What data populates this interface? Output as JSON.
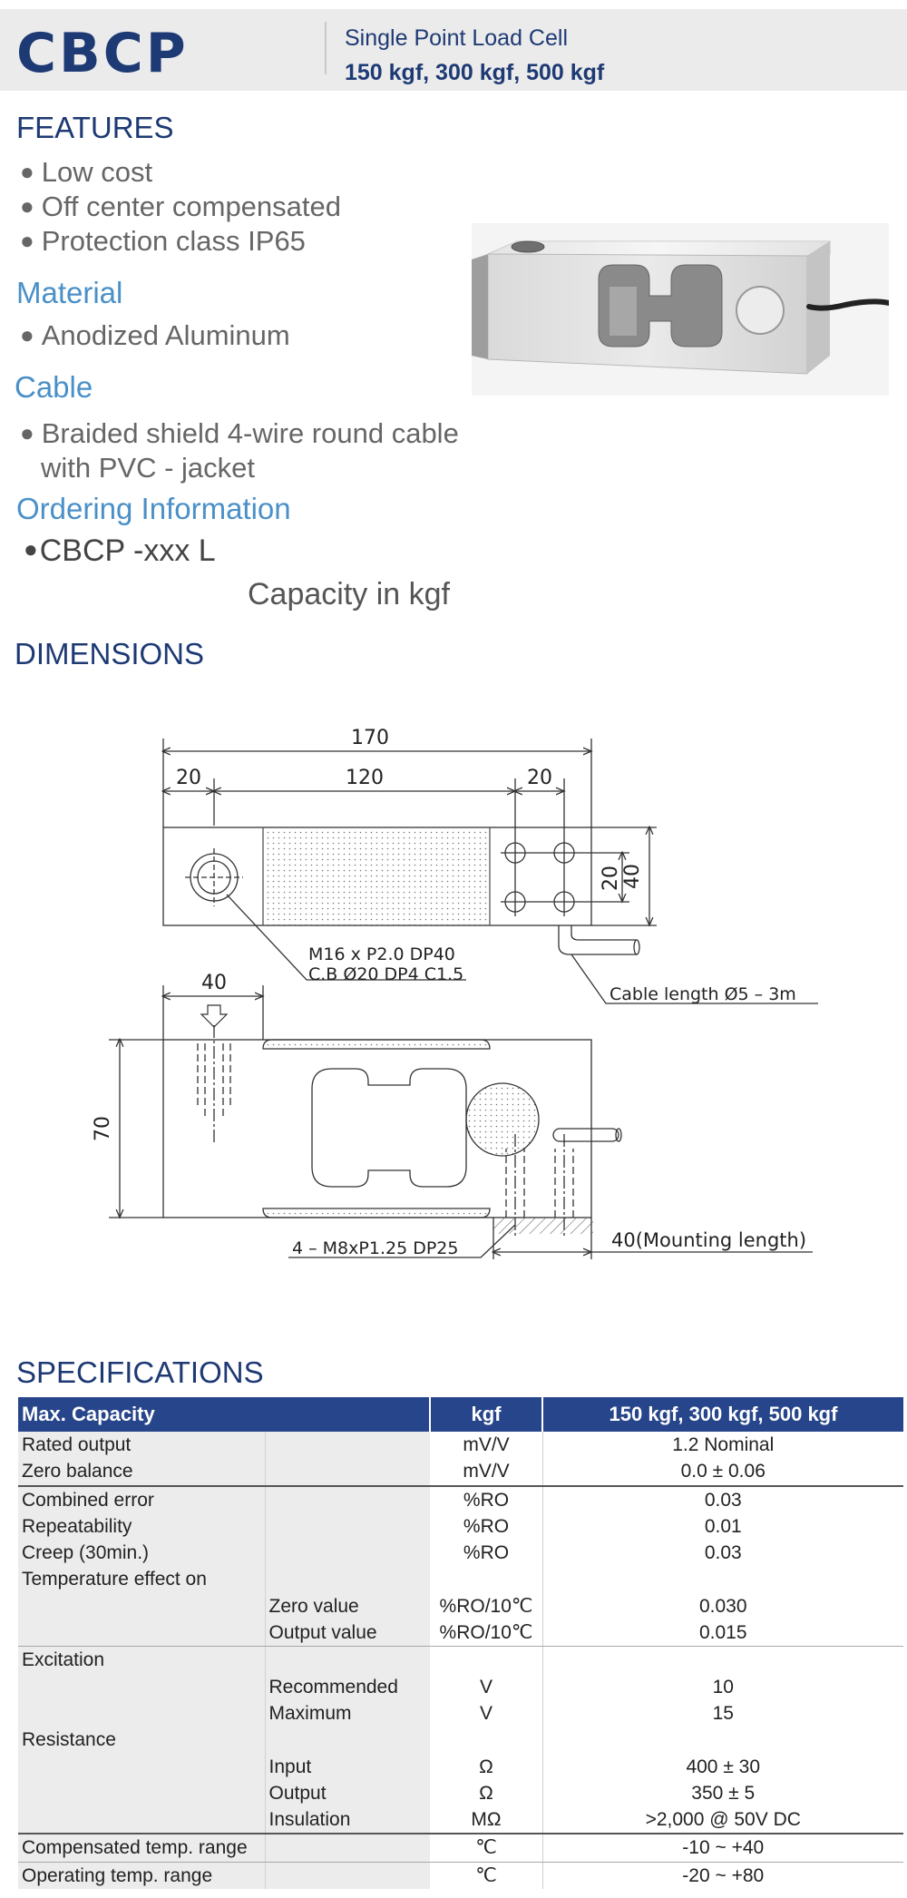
{
  "header": {
    "model": "CBCP",
    "product_type": "Single Point Load Cell",
    "capacities": "150 kgf, 300 kgf, 500 kgf"
  },
  "features": {
    "title": "FEATURES",
    "items": [
      "Low cost",
      "Off center compensated",
      "Protection class IP65"
    ]
  },
  "material": {
    "title": "Material",
    "items": [
      "Anodized Aluminum"
    ]
  },
  "cable": {
    "title": "Cable",
    "lines": [
      "Braided shield 4-wire round cable",
      "with PVC - jacket"
    ]
  },
  "ordering": {
    "title": "Ordering Information",
    "code": "CBCP -xxx L",
    "note": "Capacity in  kgf"
  },
  "dimensions": {
    "title": "DIMENSIONS",
    "dim_total_length": "170",
    "dim_left": "20",
    "dim_center": "120",
    "dim_right": "20",
    "dim_hole_spacing": "20",
    "dim_width": "40",
    "dim_mount_top": "40",
    "dim_height": "70",
    "note_thread": "M16 x P2.0 DP40",
    "note_counterbore": "C.B Ø20 DP4 C1.5",
    "note_cable": "Cable length Ø5 – 3m",
    "note_mount_holes": "4 – M8xP1.25 DP25",
    "note_mount_length": "40(Mounting length)"
  },
  "specifications": {
    "title": "SPECIFICATIONS",
    "header": [
      "Max. Capacity",
      "kgf",
      "150 kgf,  300 kgf,  500 kgf"
    ],
    "rows": [
      {
        "label": "Rated output",
        "sub": "",
        "unit": "mV/V",
        "value": "1.2 Nominal"
      },
      {
        "label": "Zero balance",
        "sub": "",
        "unit": "mV/V",
        "value": "0.0 ± 0.06"
      },
      {
        "label": "Combined error",
        "sub": "",
        "unit": "%RO",
        "value": "0.03"
      },
      {
        "label": "Repeatability",
        "sub": "",
        "unit": "%RO",
        "value": "0.01"
      },
      {
        "label": "Creep (30min.)",
        "sub": "",
        "unit": "%RO",
        "value": "0.03"
      },
      {
        "label": "Temperature effect on",
        "sub": "",
        "unit": "",
        "value": ""
      },
      {
        "label": "",
        "sub": "Zero value",
        "unit": "%RO/10℃",
        "value": "0.030"
      },
      {
        "label": "",
        "sub": "Output  value",
        "unit": "%RO/10℃",
        "value": "0.015"
      },
      {
        "label": "Excitation",
        "sub": "",
        "unit": "",
        "value": ""
      },
      {
        "label": "",
        "sub": "Recommended",
        "unit": "V",
        "value": "10"
      },
      {
        "label": "",
        "sub": "Maximum",
        "unit": "V",
        "value": "15"
      },
      {
        "label": "Resistance",
        "sub": "",
        "unit": "",
        "value": ""
      },
      {
        "label": "",
        "sub": "Input",
        "unit": "Ω",
        "value": "400 ± 30"
      },
      {
        "label": "",
        "sub": "Output",
        "unit": "Ω",
        "value": "350 ± 5"
      },
      {
        "label": "",
        "sub": "Insulation",
        "unit": "MΩ",
        "value": ">2,000 @ 50V DC"
      },
      {
        "label": "Compensated temp. range",
        "sub": "",
        "unit": "℃",
        "value": "-10 ~ +40"
      },
      {
        "label": "Operating temp. range",
        "sub": "",
        "unit": "℃",
        "value": "-20 ~ +80"
      }
    ]
  }
}
